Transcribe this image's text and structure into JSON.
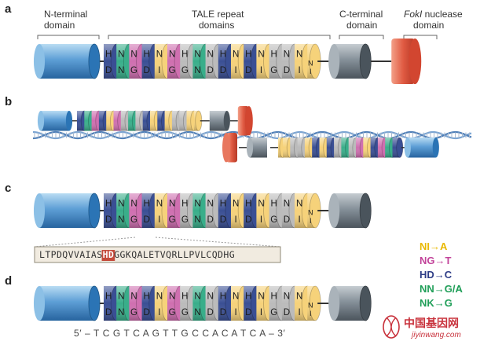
{
  "panels": [
    {
      "label": "a"
    },
    {
      "label": "b"
    },
    {
      "label": "c"
    },
    {
      "label": "d"
    }
  ],
  "domain_labels": {
    "n_terminal": [
      "N-terminal",
      "domain"
    ],
    "tale_repeat": [
      "TALE repeat",
      "domains"
    ],
    "c_terminal": [
      "C-terminal",
      "domain"
    ],
    "foki": [
      "FokI",
      " nuclease",
      "domain"
    ]
  },
  "repeats": {
    "top": [
      "H",
      "N",
      "N",
      "H",
      "N",
      "N",
      "H",
      "N",
      "N",
      "H",
      "N",
      "H",
      "N",
      "H",
      "N",
      "N"
    ],
    "bottom": [
      "D",
      "N",
      "G",
      "D",
      "I",
      "G",
      "G",
      "N",
      "D",
      "D",
      "I",
      "D",
      "I",
      "G",
      "D",
      "I"
    ],
    "colors": {
      "HD": "#3a4f94",
      "NG": "#cf6fb0",
      "NI": "#f6d27a",
      "NN": "#39ae8a"
    }
  },
  "dna_sequence": "5′ – T C G T C A G T T G C C A C A T C A – 3′",
  "protein_sequence": {
    "before": "LTPDQVVAIAS",
    "highlight": "HD",
    "after": "GGKQALETVQRLLPVLCQDHG"
  },
  "legend": [
    {
      "code": "NI",
      "arrow": "→",
      "base": "A",
      "color": "#e9b800"
    },
    {
      "code": "NG",
      "arrow": "→",
      "base": "T",
      "color": "#c2439a"
    },
    {
      "code": "HD",
      "arrow": "→",
      "base": "C",
      "color": "#2d3c86"
    },
    {
      "code": "NN",
      "arrow": "→",
      "base": "G/A",
      "color": "#1f9e58"
    },
    {
      "code": "NK",
      "arrow": "→",
      "base": "G",
      "color": "#1f9e58"
    }
  ],
  "watermark": {
    "title": "中国基因网",
    "url": "jiyinwang.com"
  },
  "colors": {
    "n_term": "#5a9bd3",
    "c_term": "#7d8892",
    "foki": "#e05540"
  }
}
